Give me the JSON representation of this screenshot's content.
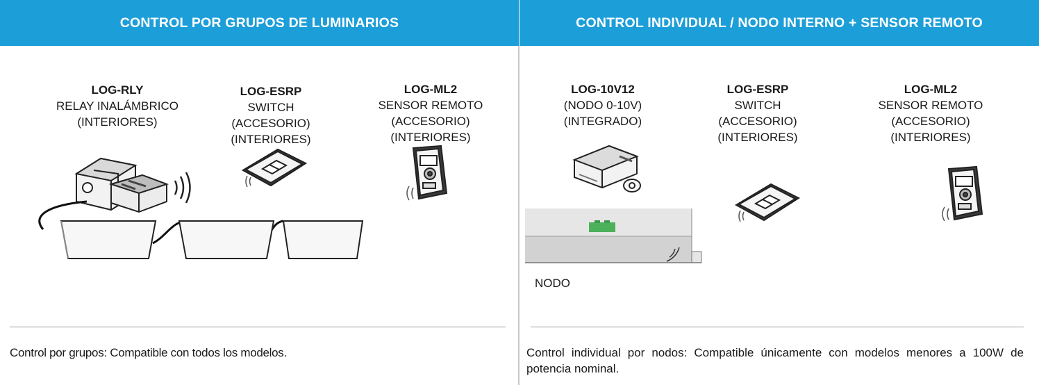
{
  "left": {
    "header": "CONTROL POR GRUPOS DE LUMINARIOS",
    "devices": [
      {
        "model": "LOG-RLY",
        "lines": [
          "RELAY INALÁMBRICO",
          "(INTERIORES)"
        ]
      },
      {
        "model": "LOG-ESRP",
        "lines": [
          "SWITCH",
          "(ACCESORIO)",
          "(INTERIORES)"
        ]
      },
      {
        "model": "LOG-ML2",
        "lines": [
          "SENSOR REMOTO",
          "(ACCESORIO)",
          "(INTERIORES)"
        ]
      }
    ],
    "footnote": "Control por grupos: Compatible con todos los modelos."
  },
  "right": {
    "header": "CONTROL INDIVIDUAL / NODO INTERNO + SENSOR REMOTO",
    "devices": [
      {
        "model": "LOG-10V12",
        "lines": [
          "(NODO 0-10V)",
          "(INTEGRADO)"
        ]
      },
      {
        "model": "LOG-ESRP",
        "lines": [
          "SWITCH",
          "(ACCESORIO)",
          "(INTERIORES)"
        ]
      },
      {
        "model": "LOG-ML2",
        "lines": [
          "SENSOR REMOTO",
          "(ACCESORIO)",
          "(INTERIORES)"
        ]
      }
    ],
    "nodo_label": "NODO",
    "footnote": "Control individual por nodos: Compatible únicamente con modelos menores a 100W de potencia nominal."
  },
  "colors": {
    "header_bg": "#1c9ed9",
    "header_text": "#ffffff",
    "divider": "#c8c8c8",
    "separator": "#9a9a9a"
  },
  "icons": [
    "junction-box-icon",
    "relay-module-icon",
    "wireless-signal-icon",
    "led-panel-icon",
    "wall-switch-icon",
    "remote-sensor-icon",
    "node-module-icon",
    "luminaire-housing-icon"
  ]
}
